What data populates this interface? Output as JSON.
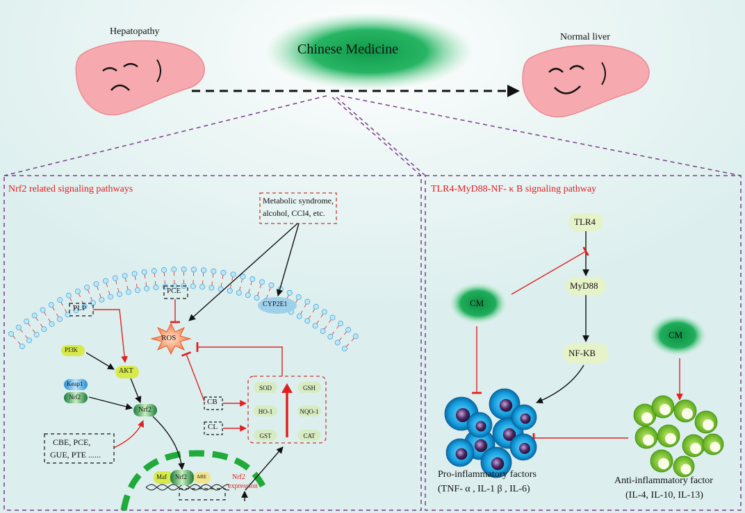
{
  "top": {
    "hepatopathy_label": "Hepatopathy",
    "normal_liver_label": "Normal liver",
    "center_label": "Chinese Medicine"
  },
  "nrf2_panel": {
    "title": "Nrf2 related signaling pathways",
    "triggers_line1": "Metabolic syndrome,",
    "triggers_line2": "alcohol, CCl4, etc.",
    "pce_top": "PCE",
    "plp": "PLP",
    "cyp2e1": "CYP2E1",
    "ros": "ROS",
    "pi3k": "PI3K",
    "akt": "AKT",
    "keap1": "Keap1",
    "nrf2_bound": "Nrf2",
    "nrf2": "Nrf2",
    "cb": "CB",
    "cl": "CL",
    "enzymes": [
      "SOD",
      "GSH",
      "HO-1",
      "NQO-1",
      "GST",
      "CAT"
    ],
    "extracts_line1": "CBE, PCE,",
    "extracts_line2": "GUE, PTE ......",
    "maf": "Maf",
    "nrf2_nucleus": "Nrf2",
    "are": "ARE",
    "expression_line1": "Nrf2",
    "expression_line2": "expression"
  },
  "tlr4_panel": {
    "title": "TLR4-MyD88-NF- κ B signaling pathway",
    "tlr4": "TLR4",
    "myd88": "MyD88",
    "nfkb": "NF-KB",
    "cm_left": "CM",
    "cm_right": "CM",
    "pro_title": "Pro-inflammatory factors",
    "pro_list": "(TNF- α , IL-1 β , IL-6)",
    "anti_title": "Anti-inflammatory factor",
    "anti_list": "(IL-4, IL-10, IL-13)"
  }
}
